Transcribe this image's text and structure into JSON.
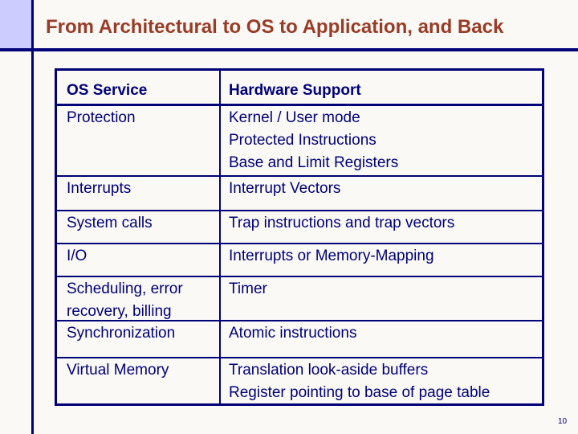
{
  "slide": {
    "title": "From Architectural to OS to Application, and Back",
    "page_number": "10"
  },
  "colors": {
    "title_text": "#993b26",
    "navy_text_and_borders": "#000078",
    "accent_square_fill": "#ccccff",
    "background": "#faf9f6"
  },
  "table": {
    "headers": [
      "OS Service",
      "Hardware Support"
    ],
    "rows": [
      {
        "service": "Protection",
        "support": [
          "Kernel / User mode",
          "Protected Instructions",
          "Base and Limit Registers"
        ]
      },
      {
        "service": "Interrupts",
        "support": [
          "Interrupt Vectors"
        ]
      },
      {
        "service": "System calls",
        "support": [
          "Trap instructions and trap vectors"
        ]
      },
      {
        "service": "I/O",
        "support": [
          "Interrupts or Memory-Mapping"
        ]
      },
      {
        "service": "Scheduling, error recovery, billing",
        "support": [
          "Timer"
        ]
      },
      {
        "service": "Synchronization",
        "support": [
          "Atomic instructions"
        ]
      },
      {
        "service": "Virtual Memory",
        "support": [
          "Translation look-aside buffers",
          "Register pointing to base of page table"
        ]
      }
    ]
  }
}
